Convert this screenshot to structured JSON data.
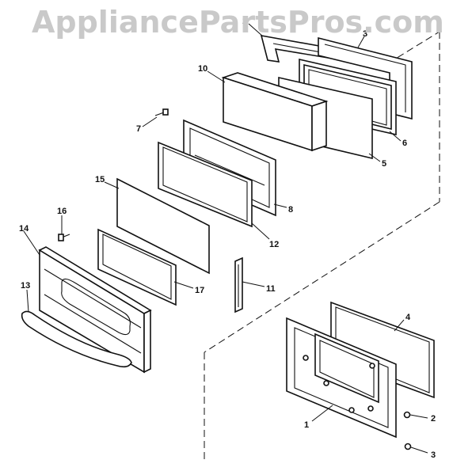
{
  "watermark": "AppliancePartsPros.com",
  "callouts": {
    "c1": "1",
    "c2a": "2",
    "c2b": "2",
    "c3a": "3",
    "c3b": "3",
    "c4": "4",
    "c5": "5",
    "c6": "6",
    "c7": "7",
    "c8": "8",
    "c10": "10",
    "c11": "11",
    "c12": "12",
    "c13": "13",
    "c14": "14",
    "c15": "15",
    "c16": "16",
    "c17": "17"
  }
}
